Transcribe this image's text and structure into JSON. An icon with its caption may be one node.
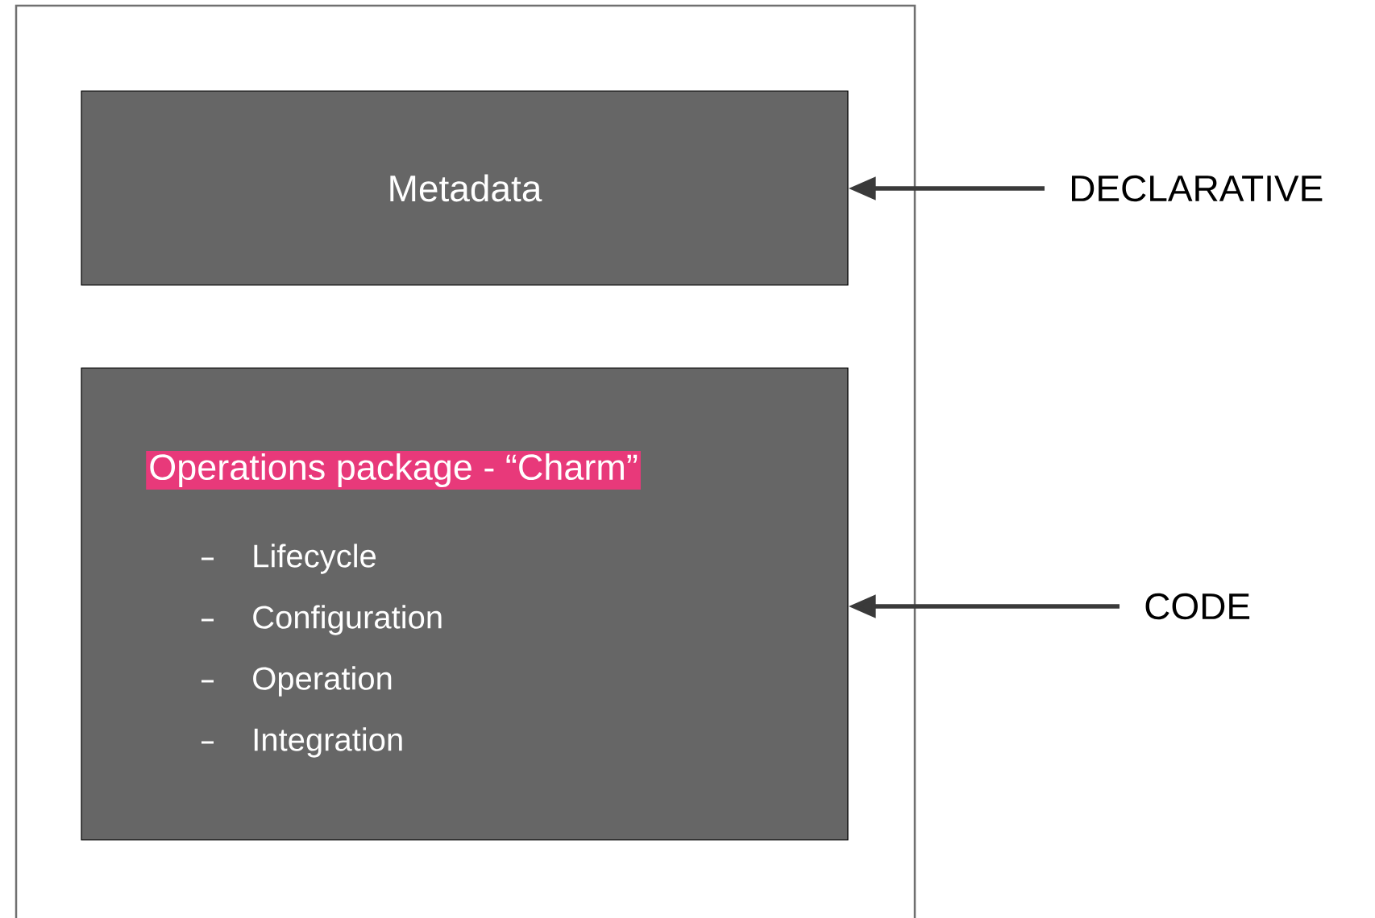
{
  "diagram": {
    "nodes": [
      {
        "text": [],
        "shape": "box"
      },
      {
        "text": [
          "Metadata"
        ],
        "in": 0
      },
      {
        "text": [
          "Operations package - “Charm”",
          "Lifecycle",
          "Configuration",
          "Operation",
          "Integration"
        ],
        "in": 0
      },
      {
        "text": [
          "DECLARATIVE"
        ]
      },
      {
        "text": [
          "CODE"
        ]
      }
    ],
    "edges": [
      {
        "from": 3,
        "to": 1,
        "arrow": "to"
      },
      {
        "from": 4,
        "to": 2,
        "arrow": "to"
      }
    ]
  }
}
